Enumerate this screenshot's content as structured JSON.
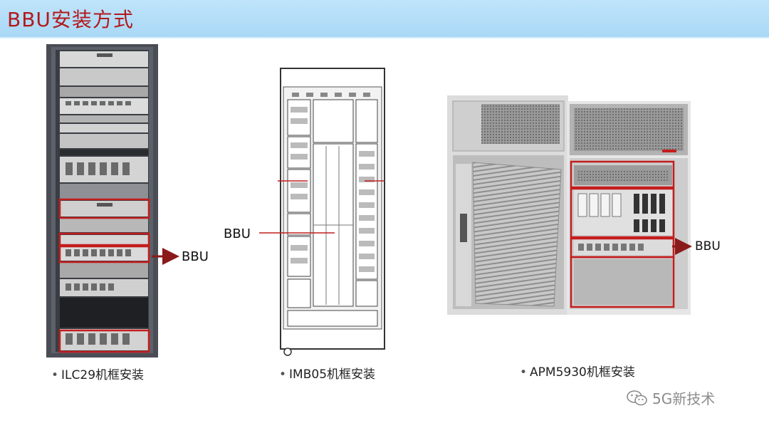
{
  "slide": {
    "title": "BBU安装方式",
    "callout_label": "BBU",
    "captions": {
      "rack1": "ILC29机框安装",
      "rack2": "IMB05机框安装",
      "rack3": "APM5930机框安装"
    },
    "bullet": "•",
    "watermark": "5G新技术",
    "colors": {
      "accent_red": "#b3191b",
      "header_blue": "#a9d8f6",
      "frame_grey": "#55585f"
    }
  }
}
